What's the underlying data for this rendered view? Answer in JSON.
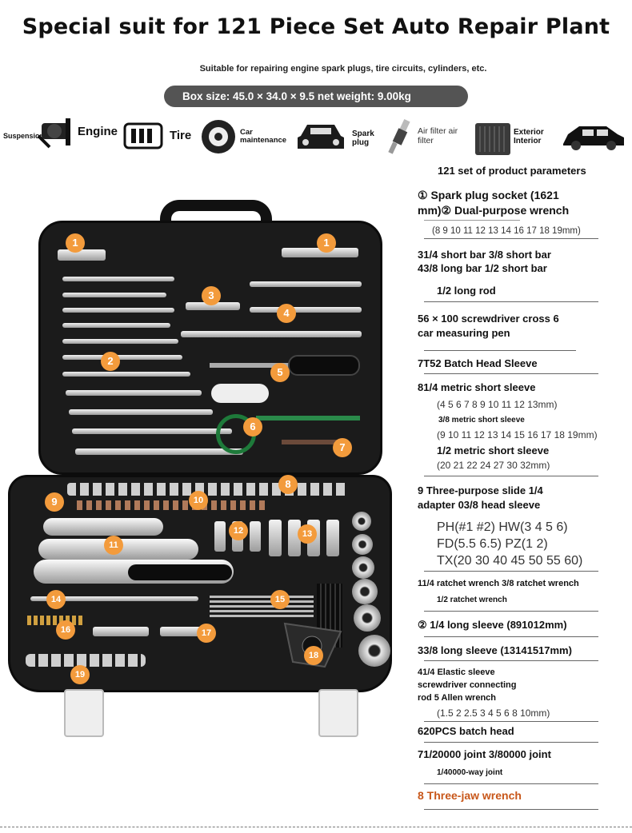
{
  "header": {
    "title": "Special suit for 121 Piece Set Auto Repair Plant",
    "subtitle": "Suitable for repairing engine spark plugs, tire circuits, cylinders, etc.",
    "box_size": "Box size: 45.0 × 34.0 × 9.5 net weight: 9.00kg"
  },
  "applications": {
    "suspension": "Suspension",
    "engine": "Engine",
    "tire": "Tire",
    "car_maintenance": "Car maintenance",
    "spark_plug": "Spark plug",
    "air_filter": "Air filter air filter",
    "exterior": "Exterior Interior"
  },
  "params": {
    "heading": "121 set of product parameters",
    "p1a": "① Spark plug socket (1621",
    "p1b": "mm)② Dual-purpose wrench",
    "p1c": "(8 9 10 11 12 13 14 16 17 18 19mm)",
    "p2a": "31/4 short bar 3/8 short bar",
    "p2b": "43/8 long bar 1/2 short bar",
    "p2c": "1/2 long rod",
    "p3a": "56 × 100 screwdriver cross 6",
    "p3b": "car measuring pen",
    "p4": "7T52 Batch Head Sleeve",
    "p5a": "81/4 metric short sleeve",
    "p5b": "(4 5 6 7 8 9 10 11 12 13mm)",
    "p5c": "3/8 metric short sleeve",
    "p5d": "(9 10 11 12 13 14 15 16 17 18 19mm)",
    "p5e": "1/2 metric short sleeve",
    "p5f": "(20 21 22 24 27 30 32mm)",
    "p6a": "9 Three-purpose slide 1/4",
    "p6b": "adapter 03/8 head sleeve",
    "p6c": "PH(#1 #2) HW(3 4 5 6)",
    "p6d": "FD(5.5 6.5) PZ(1 2)",
    "p6e": "TX(20 30 40 45 50 55 60)",
    "p7a": "11/4 ratchet wrench 3/8 ratchet wrench",
    "p7b": "1/2 ratchet wrench",
    "p8": "② 1/4 long sleeve (891012mm)",
    "p9": "33/8 long sleeve (13141517mm)",
    "p10a": "41/4 Elastic sleeve",
    "p10b": "screwdriver connecting",
    "p10c": "rod 5 Allen wrench",
    "p10d": "(1.5 2 2.5 3 4 5 6 8 10mm)",
    "p11": "620PCS batch head",
    "p12a": "71/20000 joint 3/80000 joint",
    "p12b": "1/40000-way joint",
    "p13": "8 Three-jaw wrench"
  },
  "badges": [
    "1",
    "1",
    "2",
    "3",
    "4",
    "5",
    "6",
    "7",
    "8",
    "9",
    "10",
    "11",
    "12",
    "13",
    "14",
    "15",
    "16",
    "17",
    "18",
    "19"
  ],
  "colors": {
    "badge": "#f39b3c",
    "case": "#1b1b1b",
    "pill": "#545454",
    "accent_text": "#c8571a"
  }
}
